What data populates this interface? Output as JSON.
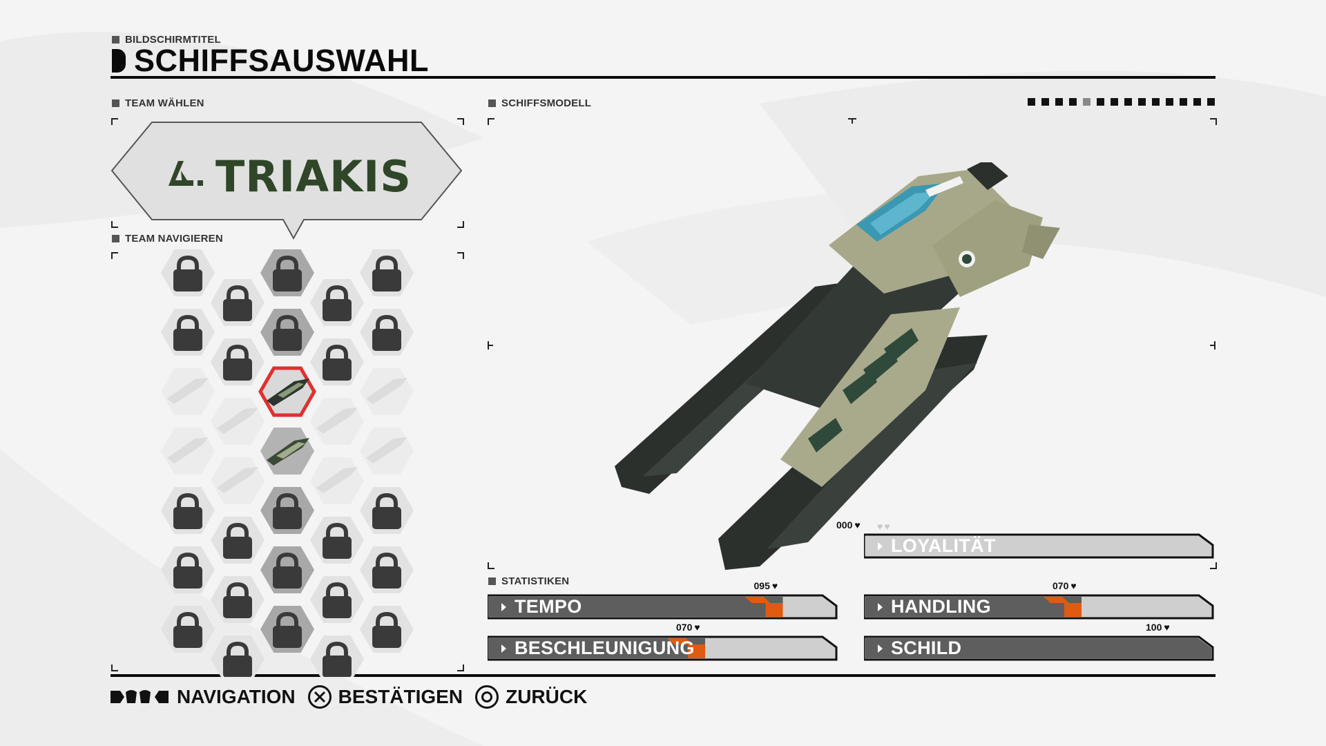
{
  "screen": {
    "caption": "BILDSCHIRMTITEL",
    "title": "SCHIFFSAUSWAHL"
  },
  "team": {
    "select_label": "TEAM WÄHLEN",
    "name": "TRIAKIS",
    "navigate_label": "TEAM NAVIGIEREN"
  },
  "model": {
    "label": "SCHIFFSMODELL",
    "pager_count": 14,
    "pager_active": 4
  },
  "stats": {
    "label": "STATISTIKEN",
    "items": [
      {
        "name": "TEMPO",
        "value": "095",
        "fraction": 0.95
      },
      {
        "name": "BESCHLEUNIGUNG",
        "value": "070",
        "fraction": 0.7
      },
      {
        "name": "HANDLING",
        "value": "070",
        "fraction": 0.7
      },
      {
        "name": "SCHILD",
        "value": "100",
        "fraction": 1.0
      },
      {
        "name": "LOYALITÄT",
        "value": "000",
        "fraction": 0.0
      }
    ]
  },
  "footer": {
    "navigation": "NAVIGATION",
    "confirm": "BESTÄTIGEN",
    "back": "ZURÜCK"
  },
  "colors": {
    "bar_dark": "#5e5e5e",
    "bar_light": "#cfcfcf",
    "accent_orange": "#e05a10",
    "selected_outline": "#e03030",
    "team_green": "#2f4628"
  }
}
